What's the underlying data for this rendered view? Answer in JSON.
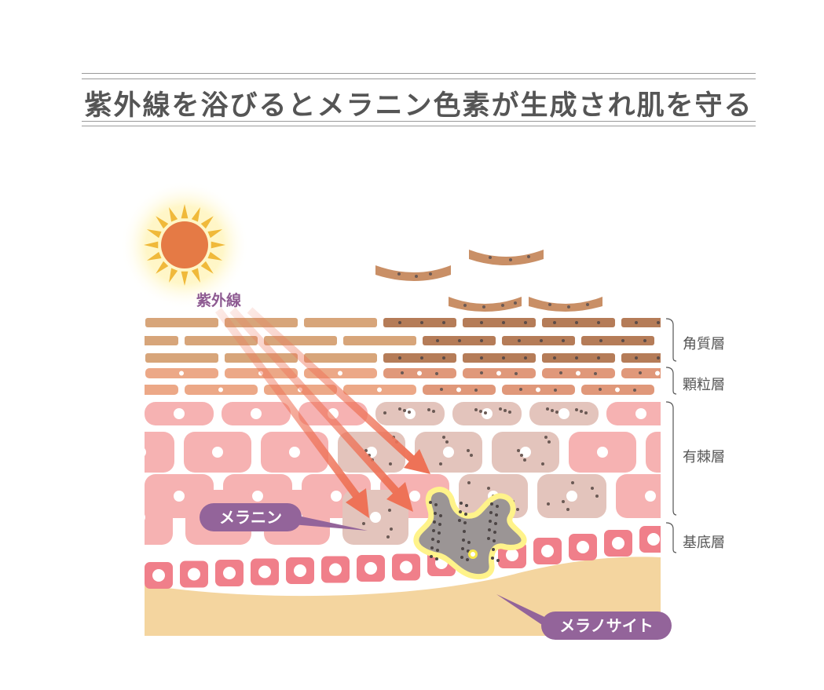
{
  "title": "紫外線を浴びるとメラニン色素が生成され肌を守る",
  "labels": {
    "uv": "紫外線",
    "melanin": "メラニン",
    "melanocyte": "メラノサイト"
  },
  "layers": [
    {
      "id": "stratum-corneum",
      "label": "角質層"
    },
    {
      "id": "stratum-granulosum",
      "label": "顆粒層"
    },
    {
      "id": "stratum-spinosum",
      "label": "有棘層"
    },
    {
      "id": "stratum-basale",
      "label": "基底層"
    }
  ],
  "colors": {
    "title_text": "#555555",
    "sun": "#e57a45",
    "sun_rays": "#f0b93a",
    "sun_glow": "#fff3b0",
    "arrow": "#ee7257",
    "corneum": "#d7a57a",
    "corneum_pigmented": "#b57c58",
    "granulosum": "#eca887",
    "spinosum": "#f6b2b2",
    "spinosum_pigmented": "#e3c4bc",
    "basale": "#f07f8a",
    "dermis": "#f4d59f",
    "melanocyte": "#9b9595",
    "melanocyte_outline": "#fff38a",
    "label_pill": "#93649a"
  }
}
